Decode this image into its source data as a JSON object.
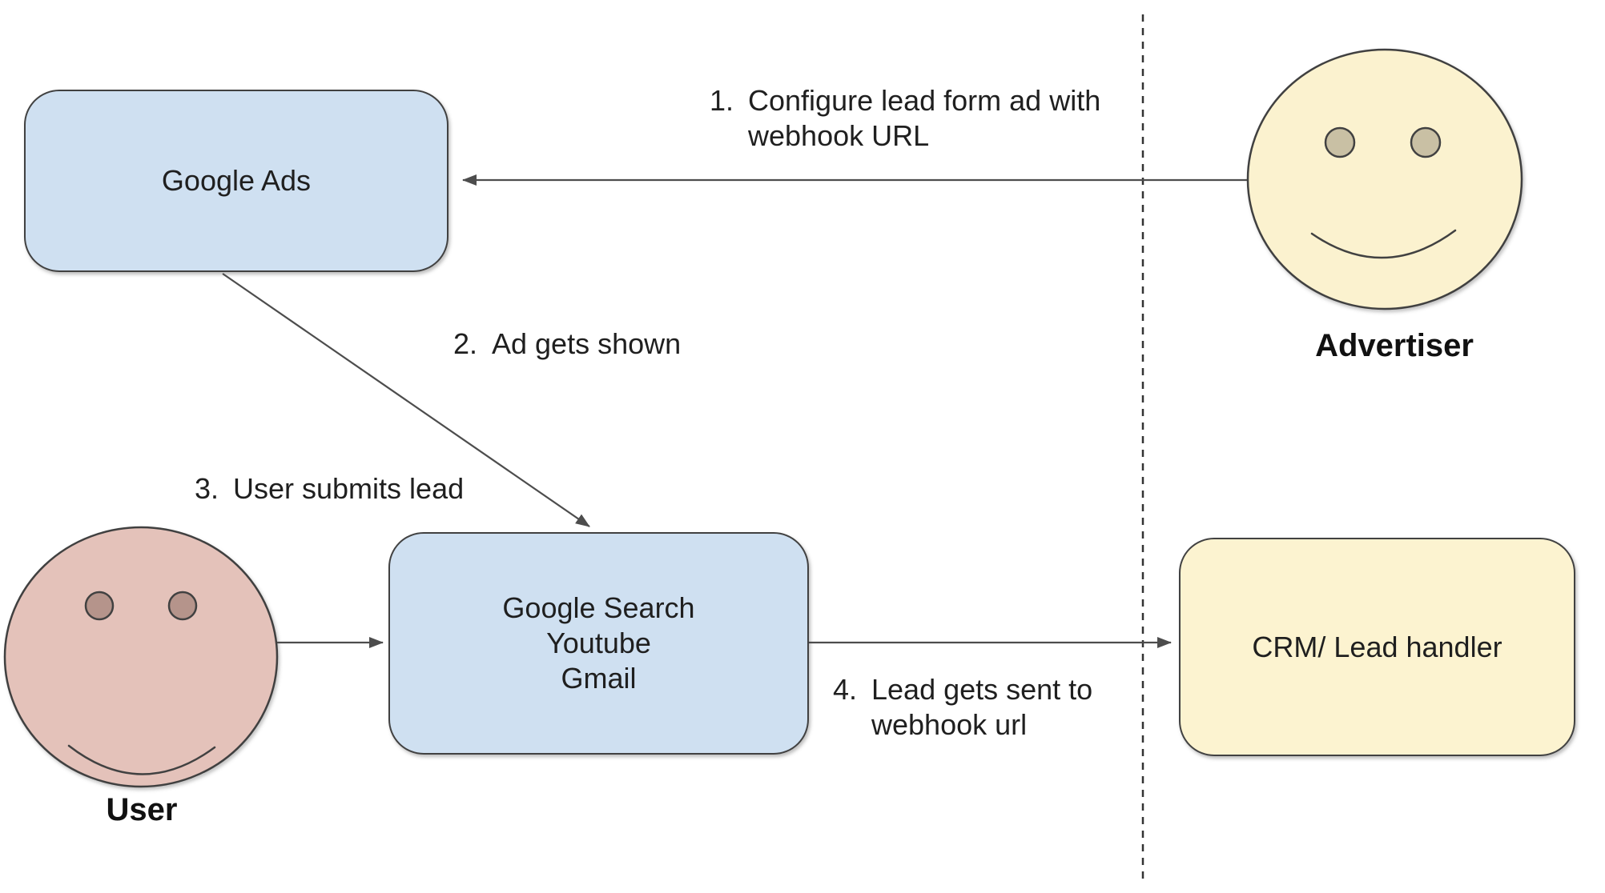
{
  "boxes": {
    "google_ads": {
      "label": "Google Ads"
    },
    "google_surfaces": {
      "line1": "Google Search",
      "line2": "Youtube",
      "line3": "Gmail"
    },
    "crm": {
      "label": "CRM/ Lead handler"
    }
  },
  "actors": {
    "advertiser": {
      "label": "Advertiser"
    },
    "user": {
      "label": "User"
    }
  },
  "steps": {
    "step1": {
      "num": "1.",
      "line1": "Configure lead form ad with",
      "line2": "webhook URL"
    },
    "step2": {
      "num": "2.",
      "line1": "Ad gets shown"
    },
    "step3": {
      "num": "3.",
      "line1": "User submits lead"
    },
    "step4": {
      "num": "4.",
      "line1": "Lead gets sent to",
      "line2": "webhook url"
    }
  },
  "colors": {
    "box_blue_fill": "#cfe0f1",
    "box_yellow_fill": "#fcf3d0",
    "advertiser_face_fill": "#fbf2cf",
    "advertiser_eye_fill": "#c9c0a4",
    "user_face_fill": "#e4c2ba",
    "user_eye_fill": "#b5948b",
    "outline": "#414141",
    "arrow": "#4d4d4d",
    "divider": "#333333",
    "text": "#1f1f1f"
  }
}
